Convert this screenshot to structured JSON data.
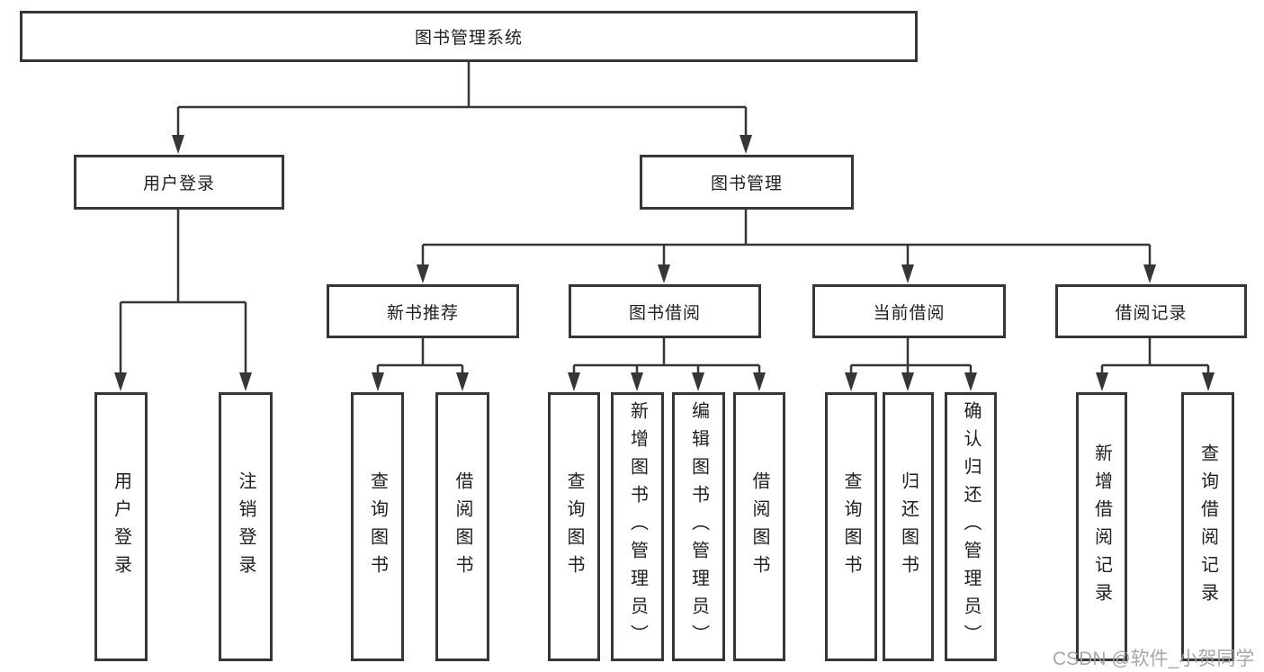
{
  "diagram": {
    "type": "hierarchy-tree",
    "tree": {
      "root": {
        "label": "图书管理系统"
      },
      "children": [
        {
          "label": "用户登录",
          "children": [
            {
              "label": "用户登录"
            },
            {
              "label": "注销登录"
            }
          ]
        },
        {
          "label": "图书管理",
          "children": [
            {
              "label": "新书推荐",
              "children": [
                {
                  "label": "查询图书"
                },
                {
                  "label": "借阅图书"
                }
              ]
            },
            {
              "label": "图书借阅",
              "children": [
                {
                  "label": "查询图书"
                },
                {
                  "label": "新增图书（管理员）"
                },
                {
                  "label": "编辑图书（管理员）"
                },
                {
                  "label": "借阅图书"
                }
              ]
            },
            {
              "label": "当前借阅",
              "children": [
                {
                  "label": "查询图书"
                },
                {
                  "label": "归还图书"
                },
                {
                  "label": "确认归还（管理员）"
                }
              ]
            },
            {
              "label": "借阅记录",
              "children": [
                {
                  "label": "新增借阅记录"
                },
                {
                  "label": "查询借阅记录"
                }
              ]
            }
          ]
        }
      ]
    }
  },
  "watermark": {
    "text": "CSDN @软件_小贺同学"
  },
  "colors": {
    "line": "#363636",
    "box_border": "#363636",
    "text": "#1f1f1f",
    "watermark": "#9e9e9e",
    "background": "#ffffff"
  }
}
